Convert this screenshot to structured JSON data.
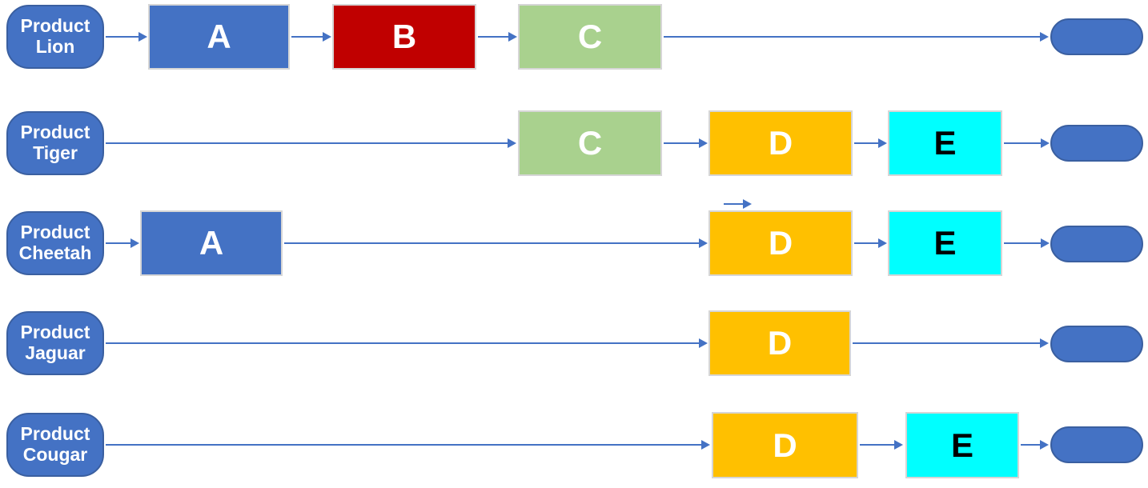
{
  "colors": {
    "background": "#FFFFFF",
    "node": "#4472C4",
    "nodeborder": "#3A5FA0",
    "arrow": "#4472C4",
    "boxborder": "#D6D6D6",
    "textlight": "#FFFFFF",
    "textdark": "#000000"
  },
  "stage_colors": {
    "a": "#4472C4",
    "b": "#C00000",
    "c": "#A9D18E",
    "d": "#FFC000",
    "e": "#00FFFF"
  },
  "rows": [
    {
      "product": "Product Lion",
      "label": {
        "line1": "Product",
        "line2": "Lion"
      },
      "boxes": [
        {
          "letter": "A"
        },
        {
          "letter": "B"
        },
        {
          "letter": "C"
        }
      ]
    },
    {
      "product": "Product Tiger",
      "label": {
        "line1": "Product",
        "line2": "Tiger"
      },
      "boxes": [
        {
          "letter": "C"
        },
        {
          "letter": "D"
        },
        {
          "letter": "E"
        }
      ]
    },
    {
      "product": "Product Cheetah",
      "label": {
        "line1": "Product",
        "line2": "Cheetah"
      },
      "boxes": [
        {
          "letter": "A"
        },
        {
          "letter": "D"
        },
        {
          "letter": "E"
        }
      ]
    },
    {
      "product": "Product Jaguar",
      "label": {
        "line1": "Product",
        "line2": "Jaguar"
      },
      "boxes": [
        {
          "letter": "D"
        }
      ]
    },
    {
      "product": "Product Cougar",
      "label": {
        "line1": "Product",
        "line2": "Cougar"
      },
      "boxes": [
        {
          "letter": "D"
        },
        {
          "letter": "E"
        }
      ]
    }
  ]
}
